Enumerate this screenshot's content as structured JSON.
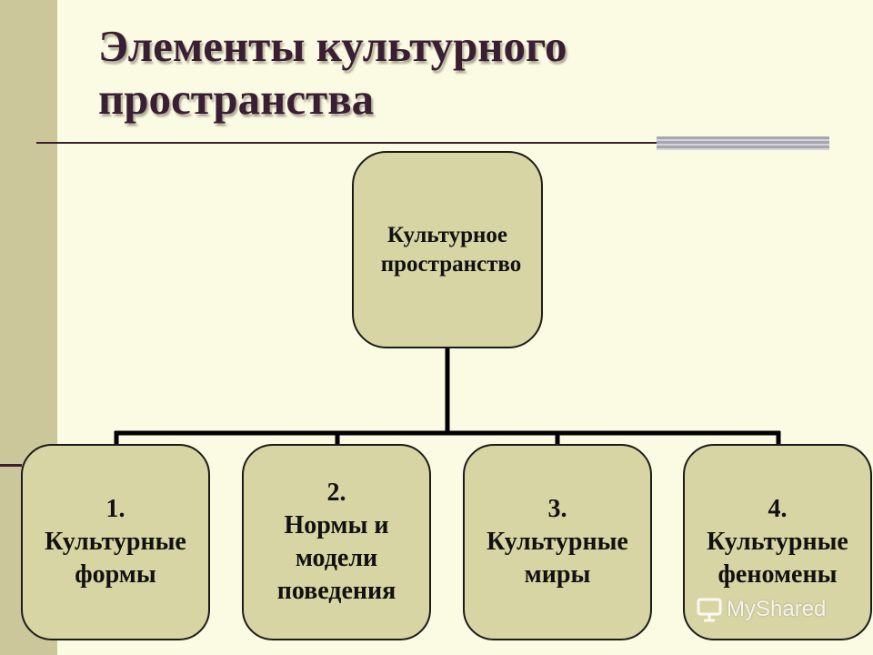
{
  "title": {
    "line1": "Элементы культурного",
    "line2": "пространства"
  },
  "diagram": {
    "root": {
      "line1": "Культурное",
      "line2": "пространство"
    },
    "children": [
      {
        "number": "1.",
        "lines": [
          "Культурные",
          "формы"
        ]
      },
      {
        "number": "2.",
        "lines": [
          "Нормы и",
          "модели",
          "поведения"
        ]
      },
      {
        "number": "3.",
        "lines": [
          "Культурные",
          "миры"
        ]
      },
      {
        "number": "4.",
        "lines": [
          "Культурные",
          "феномены"
        ]
      }
    ]
  },
  "watermark": {
    "text": "MyShared",
    "icon": "presentation-board-icon"
  },
  "colors": {
    "background": "#fbfbe3",
    "sidebar": "#ccc79b",
    "node_fill": "#d7d5a3",
    "title_text": "#3a1f34",
    "connector": "#000000"
  }
}
